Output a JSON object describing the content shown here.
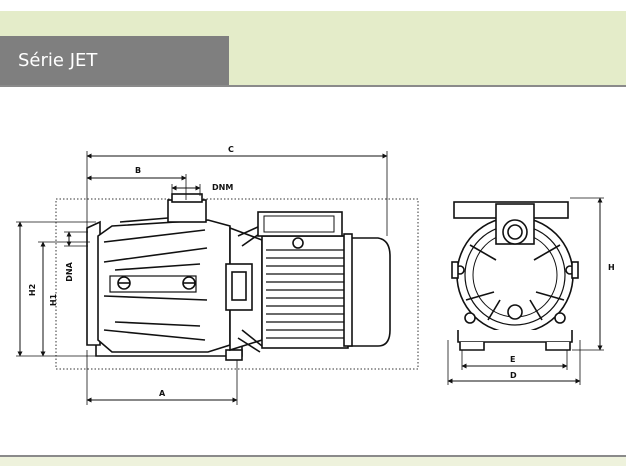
{
  "header": {
    "title": "Série JET"
  },
  "drawing": {
    "labels": {
      "A": "A",
      "B": "B",
      "C": "C",
      "DNM": "DNM",
      "DNA": "DNA",
      "H1": "H1",
      "H2": "H2",
      "H": "H",
      "D": "D",
      "E": "E"
    }
  },
  "colors": {
    "header_band": "#e4ecc9",
    "title_tab": "#7f7f7f",
    "rule": "#8a8a8a"
  }
}
